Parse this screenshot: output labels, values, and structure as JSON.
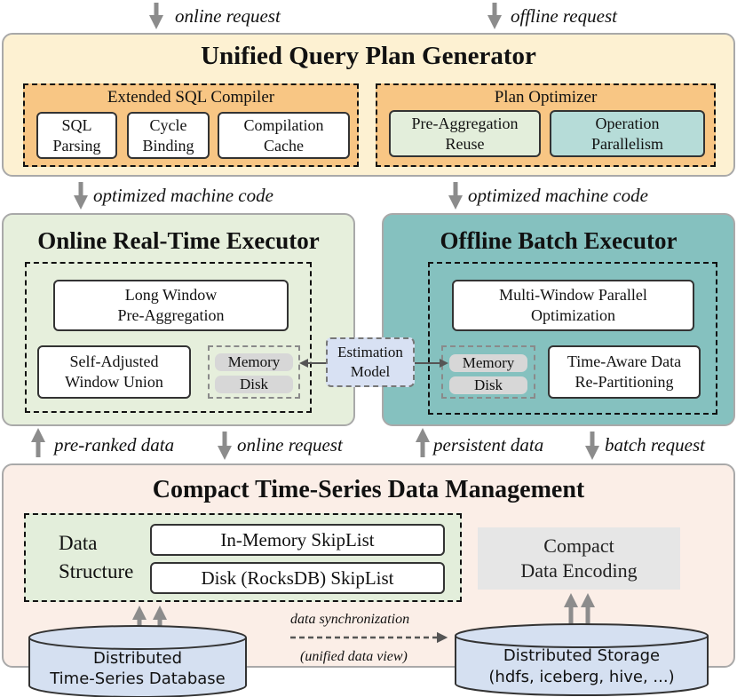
{
  "flow_labels": {
    "online_request_top": "online request",
    "offline_request_top": "offline request",
    "optimized_code_left": "optimized machine code",
    "optimized_code_right": "optimized machine code",
    "pre_ranked_data": "pre-ranked data",
    "online_request_bottom": "online request",
    "persistent_data": "persistent data",
    "batch_request": "batch request"
  },
  "planner": {
    "title": "Unified Query Plan Generator",
    "compiler": {
      "title": "Extended SQL Compiler",
      "boxes": [
        "SQL\nParsing",
        "Cycle\nBinding",
        "Compilation\nCache"
      ]
    },
    "optimizer": {
      "title": "Plan Optimizer",
      "boxes": [
        "Pre-Aggregation\nReuse",
        "Operation\nParallelism"
      ]
    }
  },
  "online_executor": {
    "title": "Online Real-Time Executor",
    "long_window": "Long Window\nPre-Aggregation",
    "window_union": "Self-Adjusted\nWindow Union",
    "memory": "Memory",
    "disk": "Disk"
  },
  "estimation_model": "Estimation\nModel",
  "offline_executor": {
    "title": "Offline Batch Executor",
    "multi_window": "Multi-Window Parallel\nOptimization",
    "repartition": "Time-Aware Data\nRe-Partitioning",
    "memory": "Memory",
    "disk": "Disk"
  },
  "data_management": {
    "title": "Compact Time-Series Data Management",
    "data_structure_label": "Data\nStructure",
    "in_memory_skiplist": "In-Memory SkipList",
    "disk_skiplist": "Disk (RocksDB) SkipList",
    "compact_encoding": "Compact\nData Encoding"
  },
  "storage": {
    "database": "Distributed\nTime-Series Database",
    "storage": "Distributed Storage\n(hdfs, iceberg, hive, ...)",
    "sync_label": "data synchronization",
    "unified_view": "(unified data view)"
  },
  "colors": {
    "planner_bg": "#fdf1d2",
    "compiler_bg": "#f8c684",
    "online_bg": "#e6efdc",
    "offline_bg": "#85c1bf",
    "green_box": "#e3eedb",
    "teal_box": "#b6dcd8",
    "estimation_bg": "#d8e1f3",
    "data_bg": "#fbeee7",
    "cylinder": "#d5e0f1",
    "encoding_bg": "#e6e6e6",
    "arrow": "#8c8c8c"
  }
}
